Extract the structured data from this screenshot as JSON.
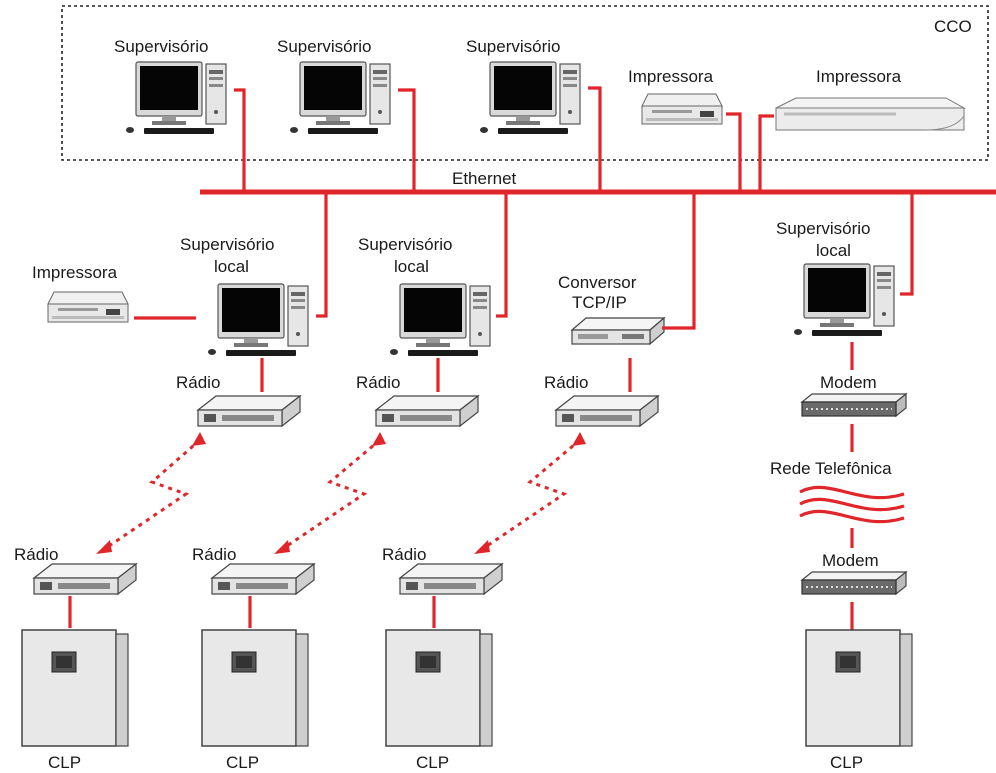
{
  "cco": {
    "label": "CCO"
  },
  "bus": {
    "label": "Ethernet"
  },
  "colors": {
    "wire": "#e0262b",
    "box": "#222222",
    "device": "#e6e6e6"
  },
  "top_supervisors": [
    {
      "label": "Supervisório"
    },
    {
      "label": "Supervisório"
    },
    {
      "label": "Supervisório"
    }
  ],
  "top_printers": [
    {
      "label": "Impressora"
    },
    {
      "label": "Impressora"
    }
  ],
  "side_printer": {
    "label": "Impressora"
  },
  "local_supervisors": [
    {
      "line1": "Supervisório",
      "line2": "local"
    },
    {
      "line1": "Supervisório",
      "line2": "local"
    },
    {
      "line1": "Supervisório",
      "line2": "local"
    }
  ],
  "converter": {
    "line1": "Conversor",
    "line2": "TCP/IP"
  },
  "upper_radios": [
    {
      "label": "Rádio"
    },
    {
      "label": "Rádio"
    },
    {
      "label": "Rádio"
    }
  ],
  "lower_radios": [
    {
      "label": "Rádio"
    },
    {
      "label": "Rádio"
    },
    {
      "label": "Rádio"
    }
  ],
  "modems": [
    {
      "label": "Modem"
    },
    {
      "label": "Modem"
    }
  ],
  "phone_network": {
    "label": "Rede Telefônica"
  },
  "plcs": [
    {
      "label": "CLP"
    },
    {
      "label": "CLP"
    },
    {
      "label": "CLP"
    },
    {
      "label": "CLP"
    }
  ]
}
